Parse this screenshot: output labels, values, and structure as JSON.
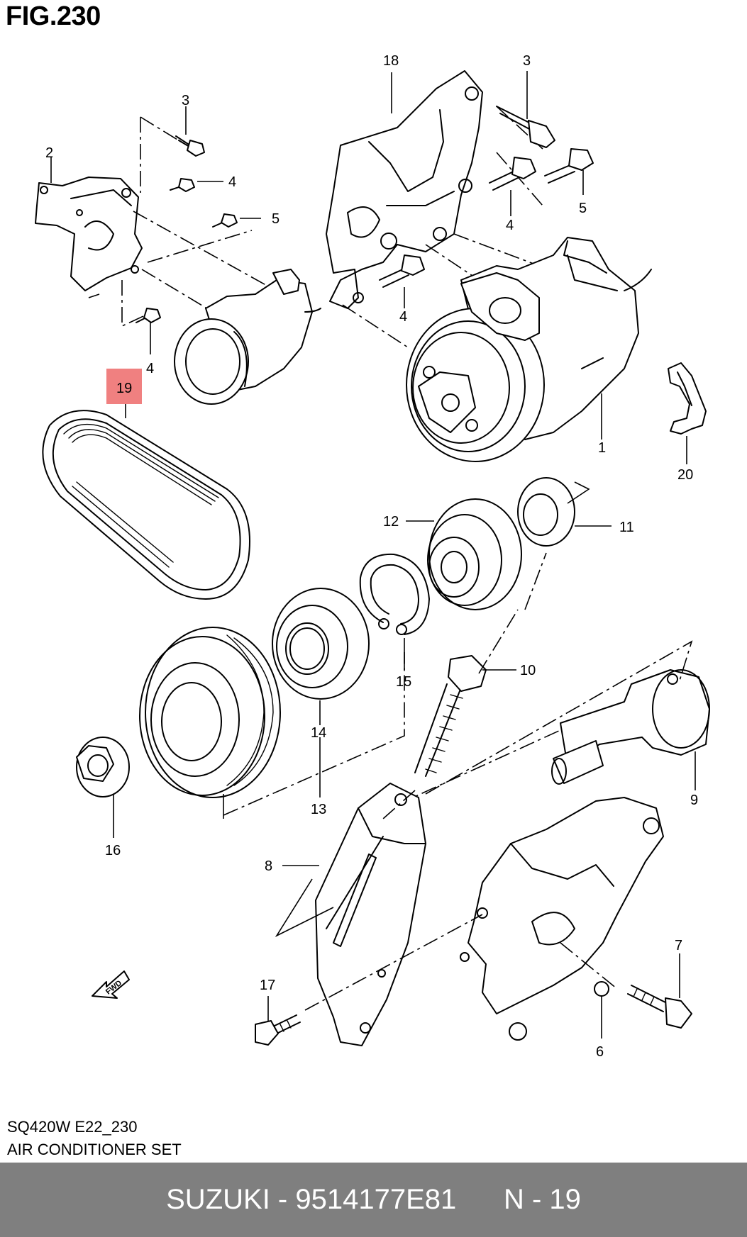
{
  "figure": {
    "title": "FIG.230"
  },
  "callouts": {
    "c1": "1",
    "c2": "2",
    "c3a": "3",
    "c3b": "3",
    "c4a": "4",
    "c4b": "4",
    "c4c": "4",
    "c4d": "4",
    "c5a": "5",
    "c5b": "5",
    "c6": "6",
    "c7": "7",
    "c8": "8",
    "c9": "9",
    "c10": "10",
    "c11": "11",
    "c12": "12",
    "c13": "13",
    "c14": "14",
    "c15": "15",
    "c16": "16",
    "c17": "17",
    "c18": "18",
    "c19": "19",
    "c20": "20"
  },
  "highlight": {
    "part": "19",
    "color": "#f08080"
  },
  "direction_marker": "FWD",
  "caption": {
    "code": "SQ420W E22_230",
    "name": "AIR CONDITIONER SET"
  },
  "footer": {
    "brand_part": "SUZUKI - 9514177E81",
    "page": "N - 19",
    "background": "#7f7f7f"
  }
}
